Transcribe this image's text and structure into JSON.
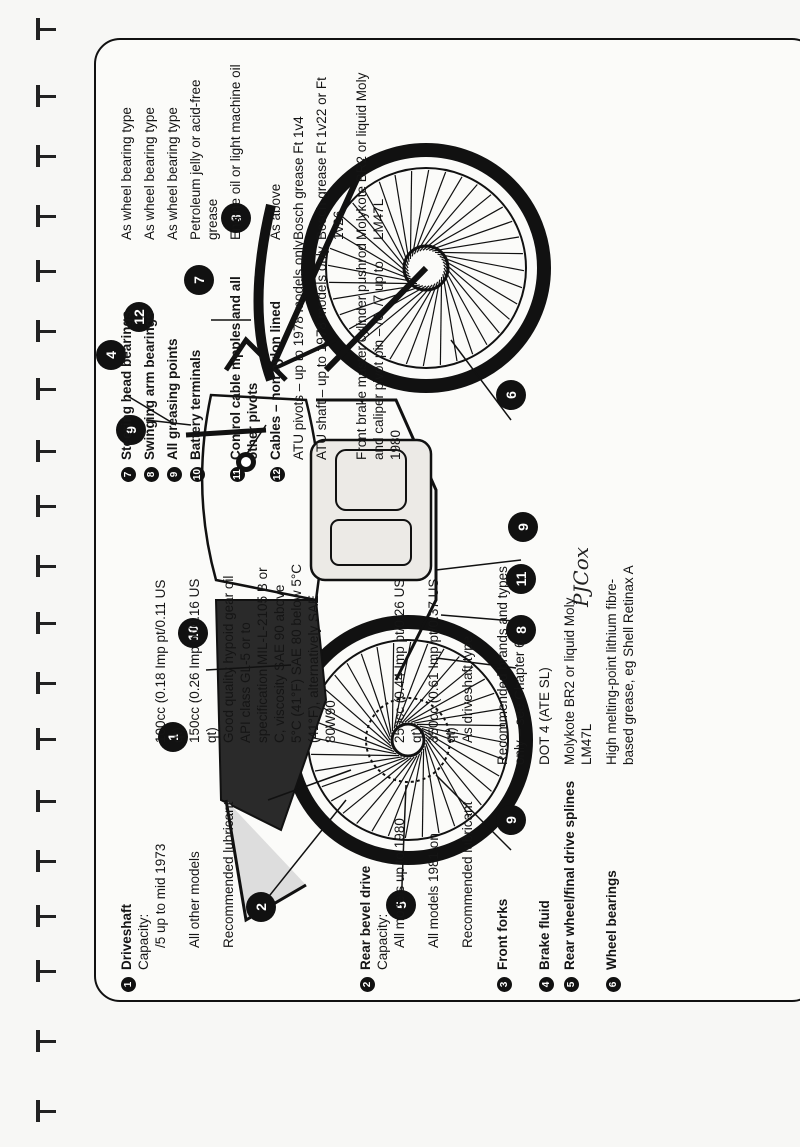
{
  "signature": "PJCox",
  "callouts": [
    "1",
    "2",
    "3",
    "4",
    "5",
    "6",
    "7",
    "8",
    "9",
    "10",
    "11",
    "12"
  ],
  "left_column": [
    {
      "num": "1",
      "label": "Driveshaft",
      "bold": true,
      "value": ""
    },
    {
      "num": "",
      "label": "Capacity:",
      "bold": false,
      "value": ""
    },
    {
      "num": "",
      "label": "/5 up to mid 1973",
      "indent": true,
      "value": "100cc (0.18 Imp pt/0.11 US qt)"
    },
    {
      "num": "",
      "label": "All other models",
      "indent": true,
      "value": "150cc (0.26 Imp pt/0.16 US qt)"
    },
    {
      "num": "",
      "label": "Recommended lubricant",
      "indent": true,
      "value": "Good quality hypoid gear oil API class GL-5 or to specification MIL-L-2105 B or C, viscosity SAE 90 above 5°C (41°F) SAE 80 below 5°C (41°F), alternatively SAE 80W90"
    },
    {
      "num": "2",
      "label": "Rear bevel drive",
      "bold": true,
      "value": ""
    },
    {
      "num": "",
      "label": "Capacity:",
      "bold": false,
      "value": ""
    },
    {
      "num": "",
      "label": "All models up to 1980",
      "indent": true,
      "value": "250cc (0.44 Imp pt/0.26 US qt)"
    },
    {
      "num": "",
      "label": "All models 1981 on",
      "indent": true,
      "value": "350cc (0.61 Imp pt/0.37 US qt)"
    },
    {
      "num": "",
      "label": "Recommended lubricant",
      "indent": true,
      "value": "As driveshaft type"
    },
    {
      "num": "3",
      "label": "Front forks",
      "bold": true,
      "value": "Recommended brands and types only – see Chapter 6"
    },
    {
      "num": "4",
      "label": "Brake fluid",
      "bold": true,
      "value": "DOT 4 (ATE SL)"
    },
    {
      "num": "5",
      "label": "Rear wheel/final drive splines",
      "bold": true,
      "value": "Molykote BR2 or liquid Moly LM47L"
    },
    {
      "num": "6",
      "label": "Wheel bearings",
      "bold": true,
      "value": "High melting-point lithium fibre-based grease, eg Shell Retinax A"
    }
  ],
  "right_column": [
    {
      "num": "7",
      "label": "Steering head bearings",
      "value": "As wheel bearing type"
    },
    {
      "num": "8",
      "label": "Swinging arm bearings",
      "value": "As wheel bearing type"
    },
    {
      "num": "9",
      "label": "All greasing points",
      "value": "As wheel bearing type"
    },
    {
      "num": "10",
      "label": "Battery terminals",
      "value": "Petroleum jelly or acid-free grease"
    },
    {
      "num": "11",
      "label": "Control cable nipples and all other pivots",
      "value": "Engine oil or light machine oil"
    },
    {
      "num": "12",
      "label": "Cables – non nylon lined",
      "value": "As above"
    },
    {
      "num": "",
      "label": "ATU pivots – up to 1978 models only",
      "value": "Bosch grease Ft 1v4"
    },
    {
      "num": "",
      "label": "ATU shaft – up to 1978 models only",
      "value": "Bosch grease Ft 1v22 or Ft 1v26"
    },
    {
      "num": "",
      "label": "Front brake master cylinder pushrod and caliper pivot pin – /6, /7 up to 1980",
      "value": "Molykote BR2 or liquid Moly LM47L"
    }
  ]
}
